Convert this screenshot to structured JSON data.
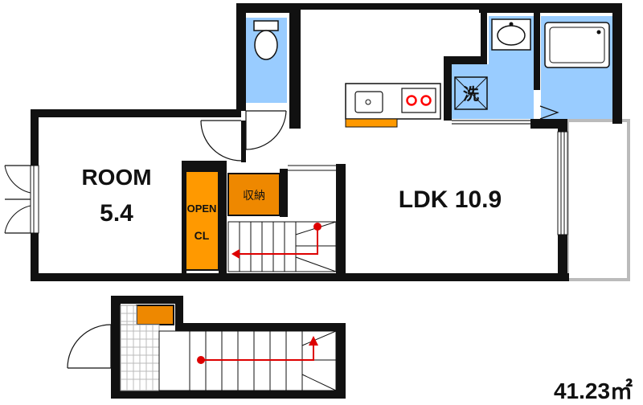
{
  "labels": {
    "room_name": "ROOM",
    "room_size": "5.4",
    "ldk": "LDK 10.9",
    "open_closet_line1": "OPEN",
    "open_closet_line2": "CL",
    "storage": "収納",
    "washer": "洗",
    "total_area": "41.23㎡"
  },
  "colors": {
    "wall": "#111111",
    "wet_area_blue": "#99ccff",
    "closet_orange": "#ff9900",
    "storage_orange": "#ee8800",
    "stair_arrow_red": "#dd0000",
    "balcony_gray": "#cccccc",
    "cooktop_red": "#ff0000"
  },
  "icons": [
    "toilet-icon",
    "washbasin-icon",
    "bathtub-icon",
    "washer-icon",
    "sink-icon",
    "cooktop-icon",
    "stair-arrow-icon",
    "door-swing-icon"
  ]
}
